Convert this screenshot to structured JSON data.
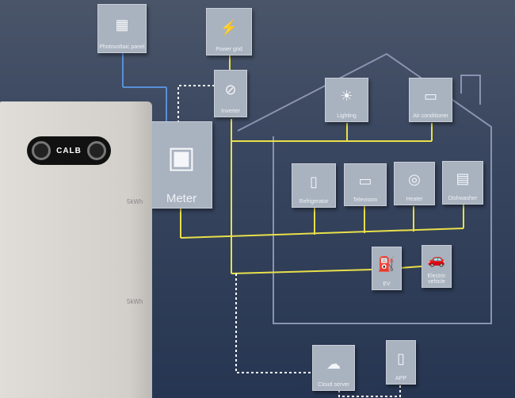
{
  "tiles": {
    "pv": "Photovoltaic panel",
    "grid": "Power grid",
    "inverter": "Inverter",
    "lighting": "Lighting",
    "ac": "Air conditioner",
    "meter": "Meter",
    "fridge": "Refrigerator",
    "tv": "Television",
    "heater": "Heater",
    "dishwasher": "Dishwasher",
    "ev_charger": "EV",
    "ev": "Electric vehicle",
    "cloud": "Cloud server",
    "app": "APP"
  },
  "battery": {
    "brand": "CALB",
    "module1": "5kWh",
    "module2": "5kWh"
  },
  "colors": {
    "wall": "#2f3d55",
    "power_line": "#e8e04a",
    "data_line": "#ffffff",
    "house": "#8a93b0"
  }
}
